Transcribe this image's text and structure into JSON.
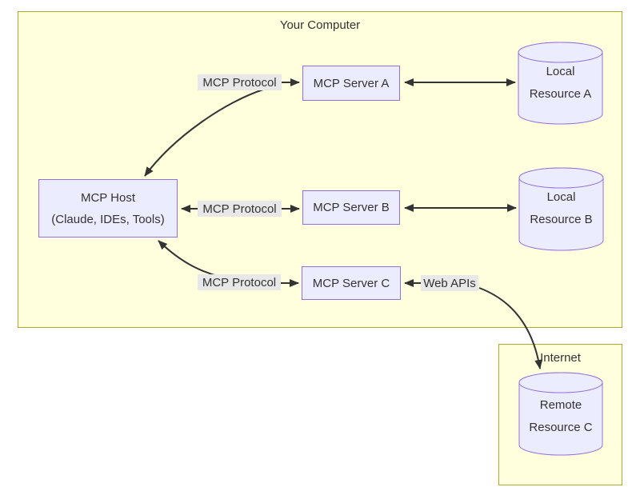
{
  "diagram": {
    "clusters": {
      "your_computer": {
        "label": "Your Computer"
      },
      "internet": {
        "label": "Internet"
      }
    },
    "nodes": {
      "host": {
        "line1": "MCP Host",
        "line2": "(Claude, IDEs, Tools)"
      },
      "server_a": {
        "label": "MCP Server A"
      },
      "server_b": {
        "label": "MCP Server B"
      },
      "server_c": {
        "label": "MCP Server C"
      },
      "local_a": {
        "line1": "Local",
        "line2": "Resource A"
      },
      "local_b": {
        "line1": "Local",
        "line2": "Resource B"
      },
      "remote_c": {
        "line1": "Remote",
        "line2": "Resource C"
      }
    },
    "edge_labels": {
      "protocol_a": "MCP Protocol",
      "protocol_b": "MCP Protocol",
      "protocol_c": "MCP Protocol",
      "web_apis": "Web APIs"
    },
    "colors": {
      "cluster_fill": "#ffffde",
      "cluster_border": "#aaaa33",
      "node_fill": "#ECECFF",
      "node_border": "#9370DB",
      "edge": "#333333",
      "edge_label_bg": "#e8e8e8",
      "text": "#333333"
    }
  }
}
